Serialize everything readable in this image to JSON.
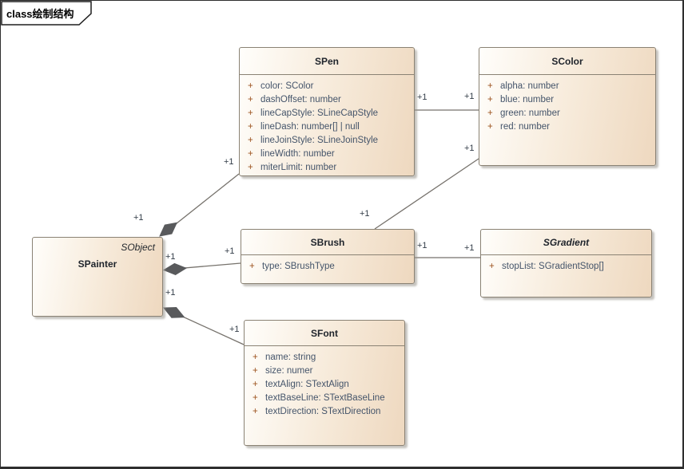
{
  "frame": {
    "label": "class绘制结构"
  },
  "colors": {
    "box_fill_start": "#fffefb",
    "box_fill_end": "#eed8bf",
    "box_border": "#8a8274",
    "line": "#76726c",
    "diamond": "#595a5c",
    "title_text": "#20252c",
    "attribute_text": "#44546a",
    "visibility_text": "#9c521d",
    "multiplicity_text": "#333d48"
  },
  "classes": {
    "spainter": {
      "stereotype": "SObject",
      "name": "SPainter"
    },
    "spen": {
      "name": "SPen",
      "attributes": [
        {
          "vis": "+",
          "text": "color: SColor"
        },
        {
          "vis": "+",
          "text": "dashOffset: number"
        },
        {
          "vis": "+",
          "text": "lineCapStyle: SLineCapStyle"
        },
        {
          "vis": "+",
          "text": "lineDash: number[] | null"
        },
        {
          "vis": "+",
          "text": "lineJoinStyle: SLineJoinStyle"
        },
        {
          "vis": "+",
          "text": "lineWidth: number"
        },
        {
          "vis": "+",
          "text": "miterLimit: number"
        }
      ]
    },
    "scolor": {
      "name": "SColor",
      "attributes": [
        {
          "vis": "+",
          "text": "alpha: number"
        },
        {
          "vis": "+",
          "text": "blue: number"
        },
        {
          "vis": "+",
          "text": "green: number"
        },
        {
          "vis": "+",
          "text": "red: number"
        }
      ]
    },
    "sbrush": {
      "name": "SBrush",
      "attributes": [
        {
          "vis": "+",
          "text": "type: SBrushType"
        }
      ]
    },
    "sgradient": {
      "name": "SGradient",
      "abstract": true,
      "attributes": [
        {
          "vis": "+",
          "text": "stopList: SGradientStop[]"
        }
      ]
    },
    "sfont": {
      "name": "SFont",
      "attributes": [
        {
          "vis": "+",
          "text": "name: string"
        },
        {
          "vis": "+",
          "text": "size: numer"
        },
        {
          "vis": "+",
          "text": "textAlign: STextAlign"
        },
        {
          "vis": "+",
          "text": "textBaseLine: STextBaseLine"
        },
        {
          "vis": "+",
          "text": "textDirection: STextDirection"
        }
      ]
    }
  },
  "relations": [
    {
      "from": "SPainter",
      "to": "SPen",
      "type": "composition",
      "from_label": "+1",
      "to_label": "+1"
    },
    {
      "from": "SPainter",
      "to": "SBrush",
      "type": "composition",
      "from_label": "+1",
      "to_label": "+1"
    },
    {
      "from": "SPainter",
      "to": "SFont",
      "type": "composition",
      "from_label": "+1",
      "to_label": "+1"
    },
    {
      "from": "SPen",
      "to": "SColor",
      "type": "association",
      "from_label": "+1",
      "to_label": "+1"
    },
    {
      "from": "SBrush",
      "to": "SColor",
      "type": "association",
      "from_label": "+1",
      "to_label": "+1"
    },
    {
      "from": "SBrush",
      "to": "SGradient",
      "type": "association",
      "from_label": "+1",
      "to_label": "+1"
    }
  ]
}
